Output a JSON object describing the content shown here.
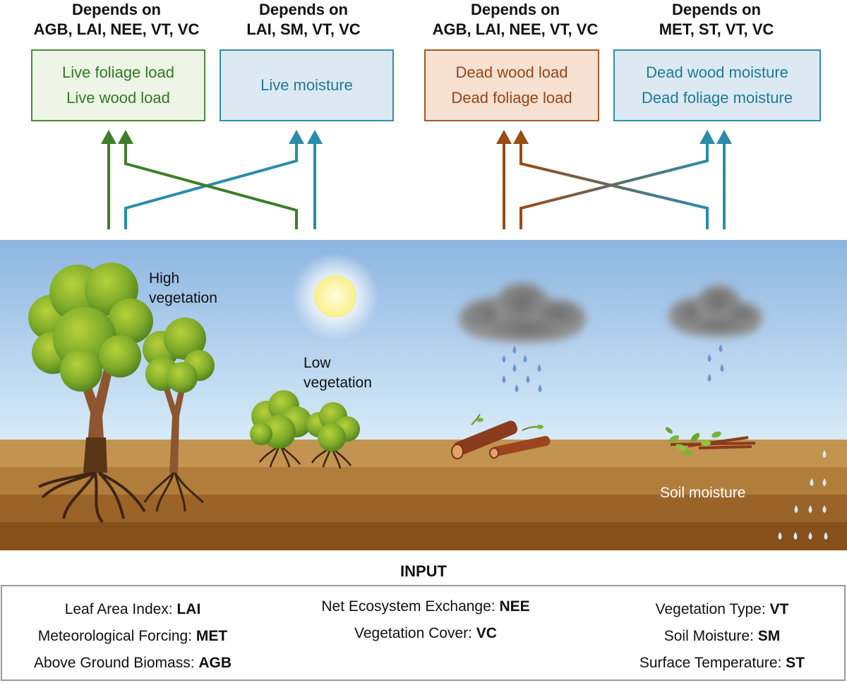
{
  "dependencies": [
    {
      "title": "Depends on",
      "vars": "AGB, LAI, NEE, VT, VC"
    },
    {
      "title": "Depends on",
      "vars": "LAI, SM, VT, VC"
    },
    {
      "title": "Depends on",
      "vars": "AGB, LAI, NEE, VT, VC"
    },
    {
      "title": "Depends on",
      "vars": "MET, ST, VT, VC"
    }
  ],
  "outputs": [
    {
      "lines": [
        "Live foliage load",
        "Live wood load"
      ],
      "color": "#2f7a22"
    },
    {
      "lines": [
        "Live moisture"
      ],
      "color": "#1f7a99"
    },
    {
      "lines": [
        "Dead wood load",
        "Dead foliage load"
      ],
      "color": "#9a4412"
    },
    {
      "lines": [
        "Dead wood moisture",
        "Dead foliage moisture"
      ],
      "color": "#1f7a99"
    }
  ],
  "scene": {
    "high_vegetation": [
      "High",
      "vegetation"
    ],
    "low_vegetation": [
      "Low",
      "vegetation"
    ],
    "soil_moisture": "Soil moisture"
  },
  "input": {
    "title": "INPUT",
    "columns": [
      [
        {
          "name": "Leaf Area Index: ",
          "abbr": "LAI"
        },
        {
          "name": "Meteorological Forcing: ",
          "abbr": "MET"
        },
        {
          "name": "Above Ground Biomass: ",
          "abbr": "AGB"
        }
      ],
      [
        {
          "name": "Net Ecosystem Exchange: ",
          "abbr": "NEE"
        },
        {
          "name": "Vegetation Cover: ",
          "abbr": "VC"
        }
      ],
      [
        {
          "name": "Vegetation Type: ",
          "abbr": "VT"
        },
        {
          "name": "Soil Moisture: ",
          "abbr": "SM"
        },
        {
          "name": "Surface Temperature: ",
          "abbr": "ST"
        }
      ]
    ]
  },
  "colors": {
    "green": "#3f7d2a",
    "blue": "#2a8cab",
    "brown": "#9a4b16",
    "sky_top": "#8fb6e0",
    "soil": "#b98a45"
  }
}
